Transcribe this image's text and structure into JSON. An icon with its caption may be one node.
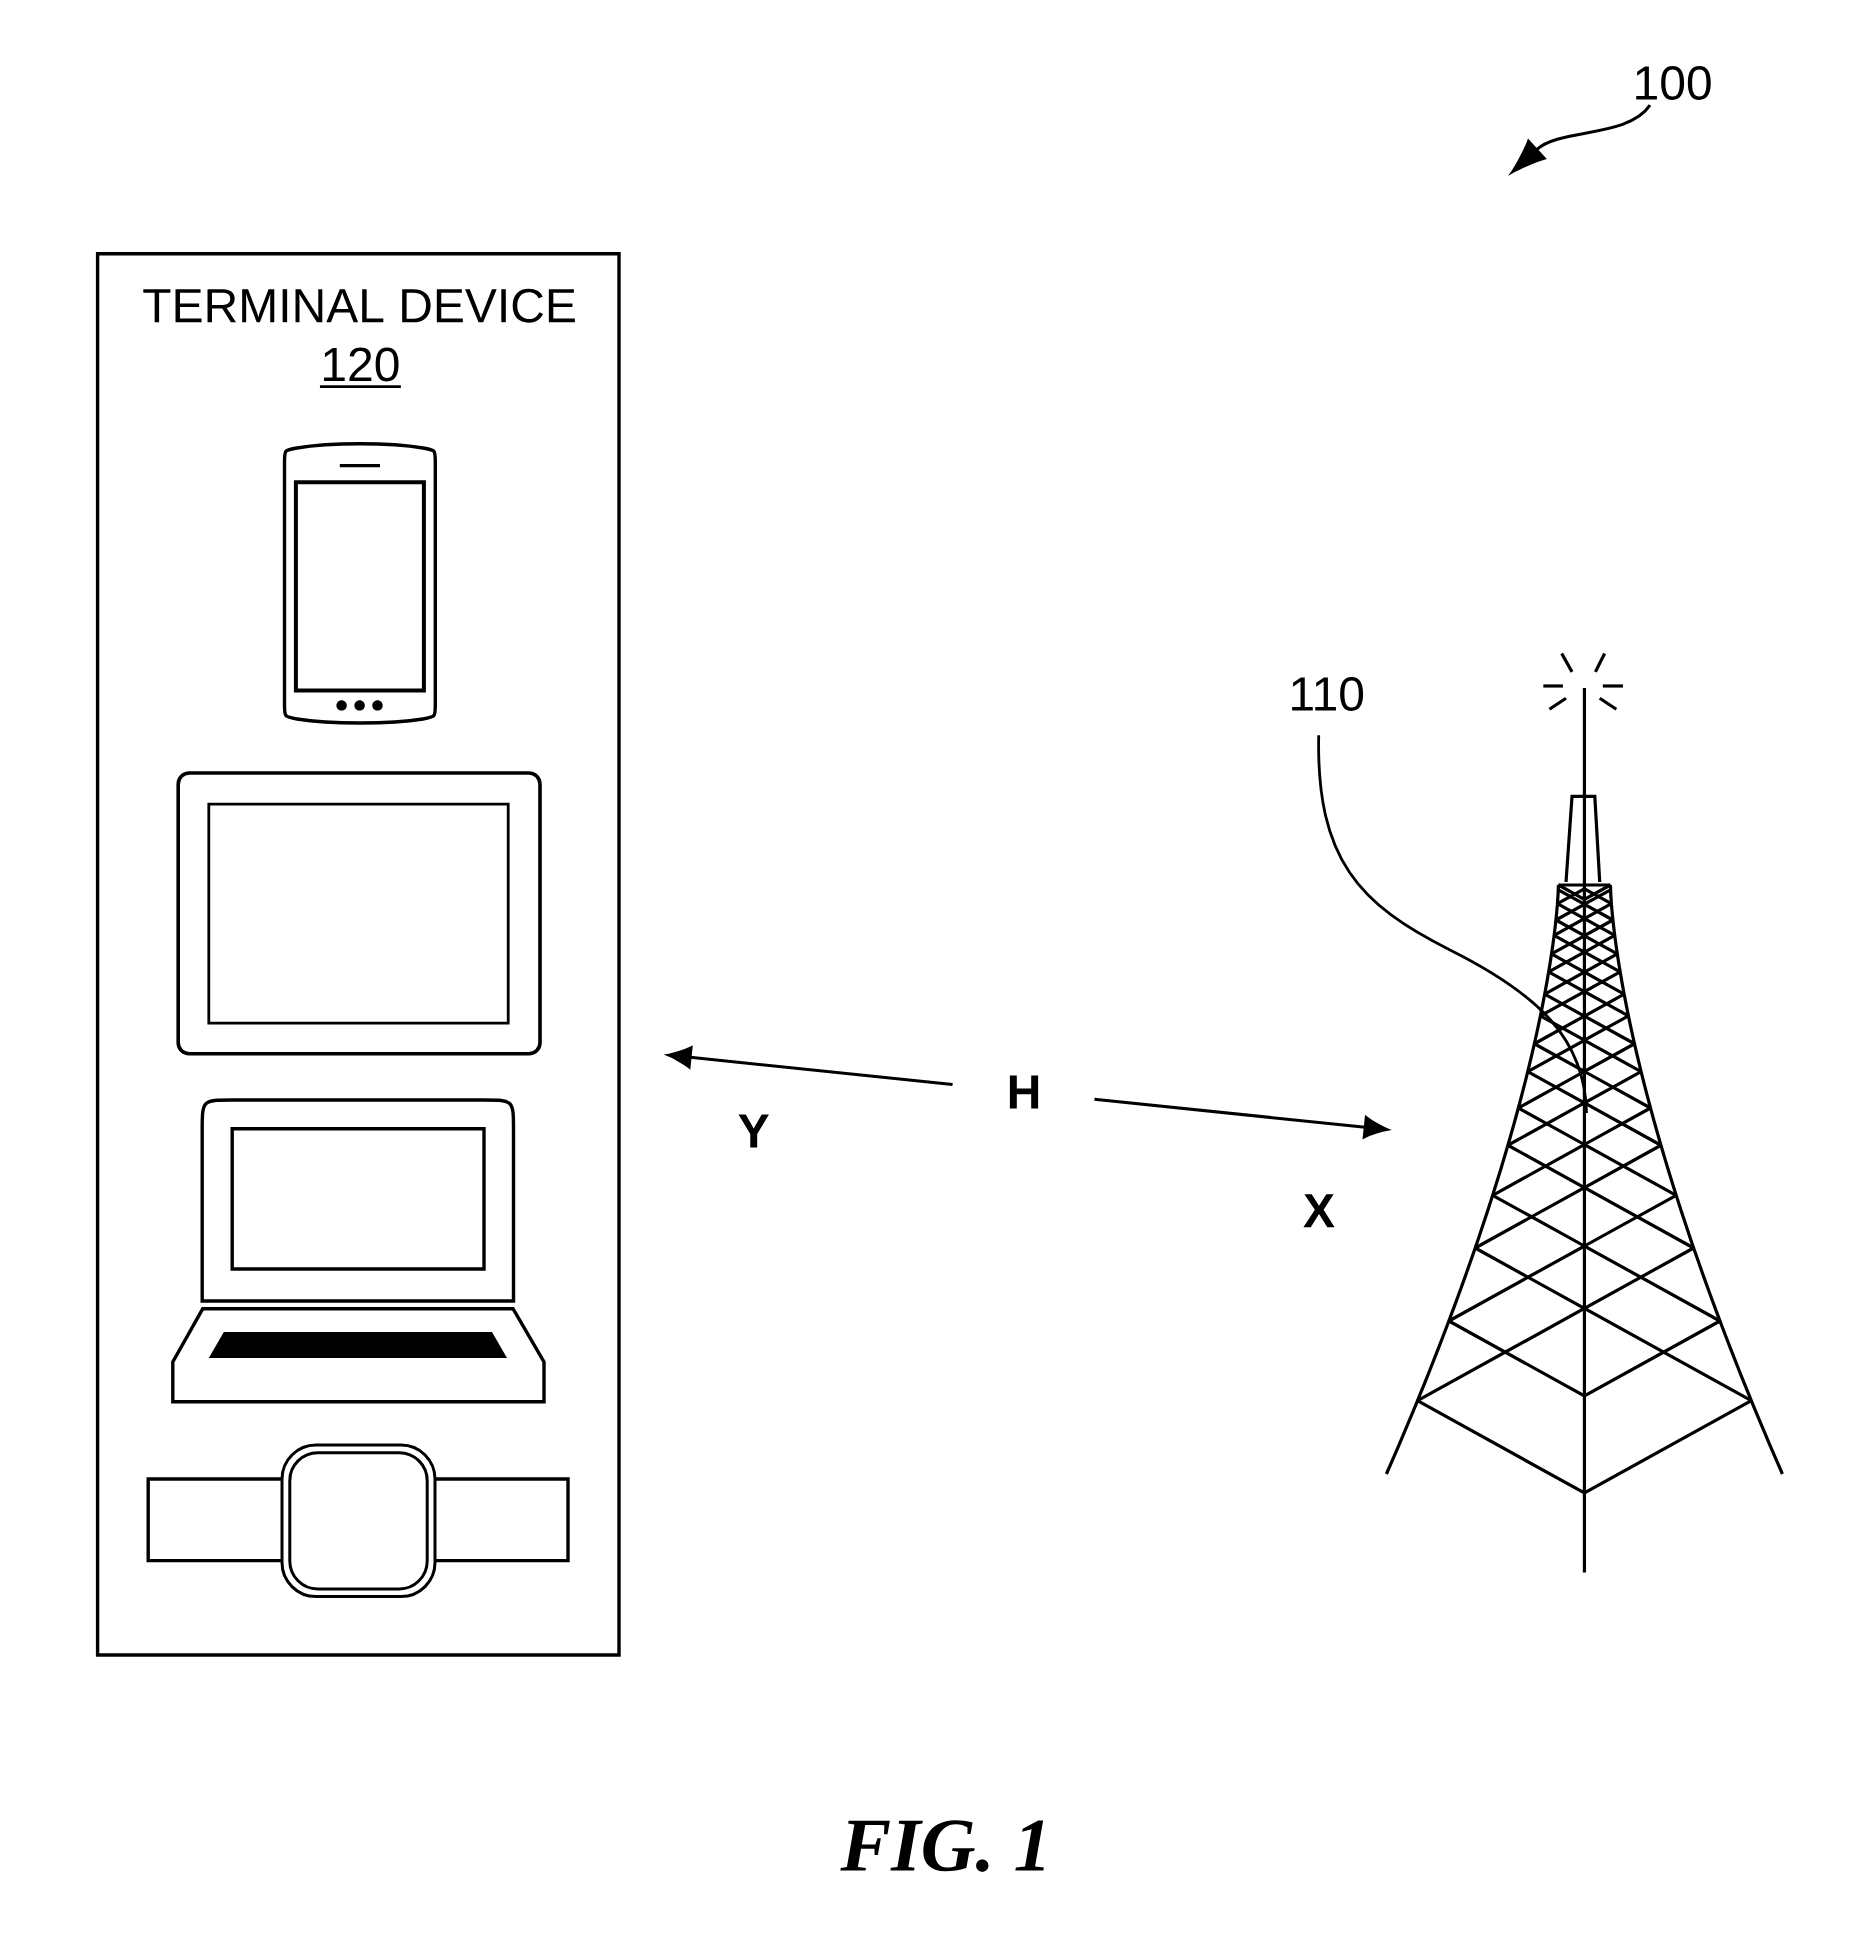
{
  "diagram": {
    "caption": "FIG. 1",
    "nodes": [
      {
        "text": [
          "100"
        ]
      },
      {
        "text": [
          "TERMINAL DEVICE",
          "120"
        ]
      },
      {
        "text": [
          "110"
        ]
      },
      {
        "text": [],
        "shape": "picture"
      },
      {
        "text": [
          "H"
        ]
      }
    ],
    "edges": [
      {
        "from": 0,
        "to": null,
        "arrow": "to"
      },
      {
        "from": 2,
        "to": 3,
        "arrow": "none"
      },
      {
        "from": 4,
        "to": 1,
        "arrow": "to",
        "label": "Y"
      },
      {
        "from": 4,
        "to": 3,
        "arrow": "to",
        "label": "X"
      }
    ]
  }
}
